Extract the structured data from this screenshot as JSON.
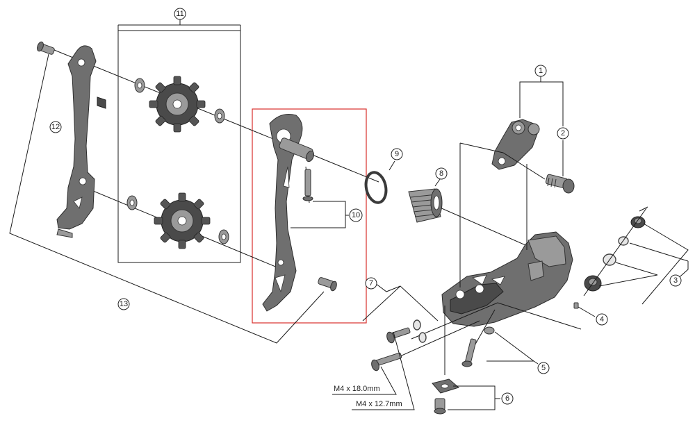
{
  "callouts": {
    "c1": "1",
    "c2": "2",
    "c3": "3",
    "c4": "4",
    "c5": "5",
    "c6": "6",
    "c7": "7",
    "c8": "8",
    "c9": "9",
    "c10": "10",
    "c11": "11",
    "c12": "12",
    "c13": "13"
  },
  "dimensions": {
    "bolt_a": "M4 x 18.0mm",
    "bolt_b": "M4 x 12.7mm"
  },
  "colors": {
    "highlight_box": "#d9302c",
    "part_fill": "#6f6f6f",
    "line": "#1a1a1a"
  }
}
